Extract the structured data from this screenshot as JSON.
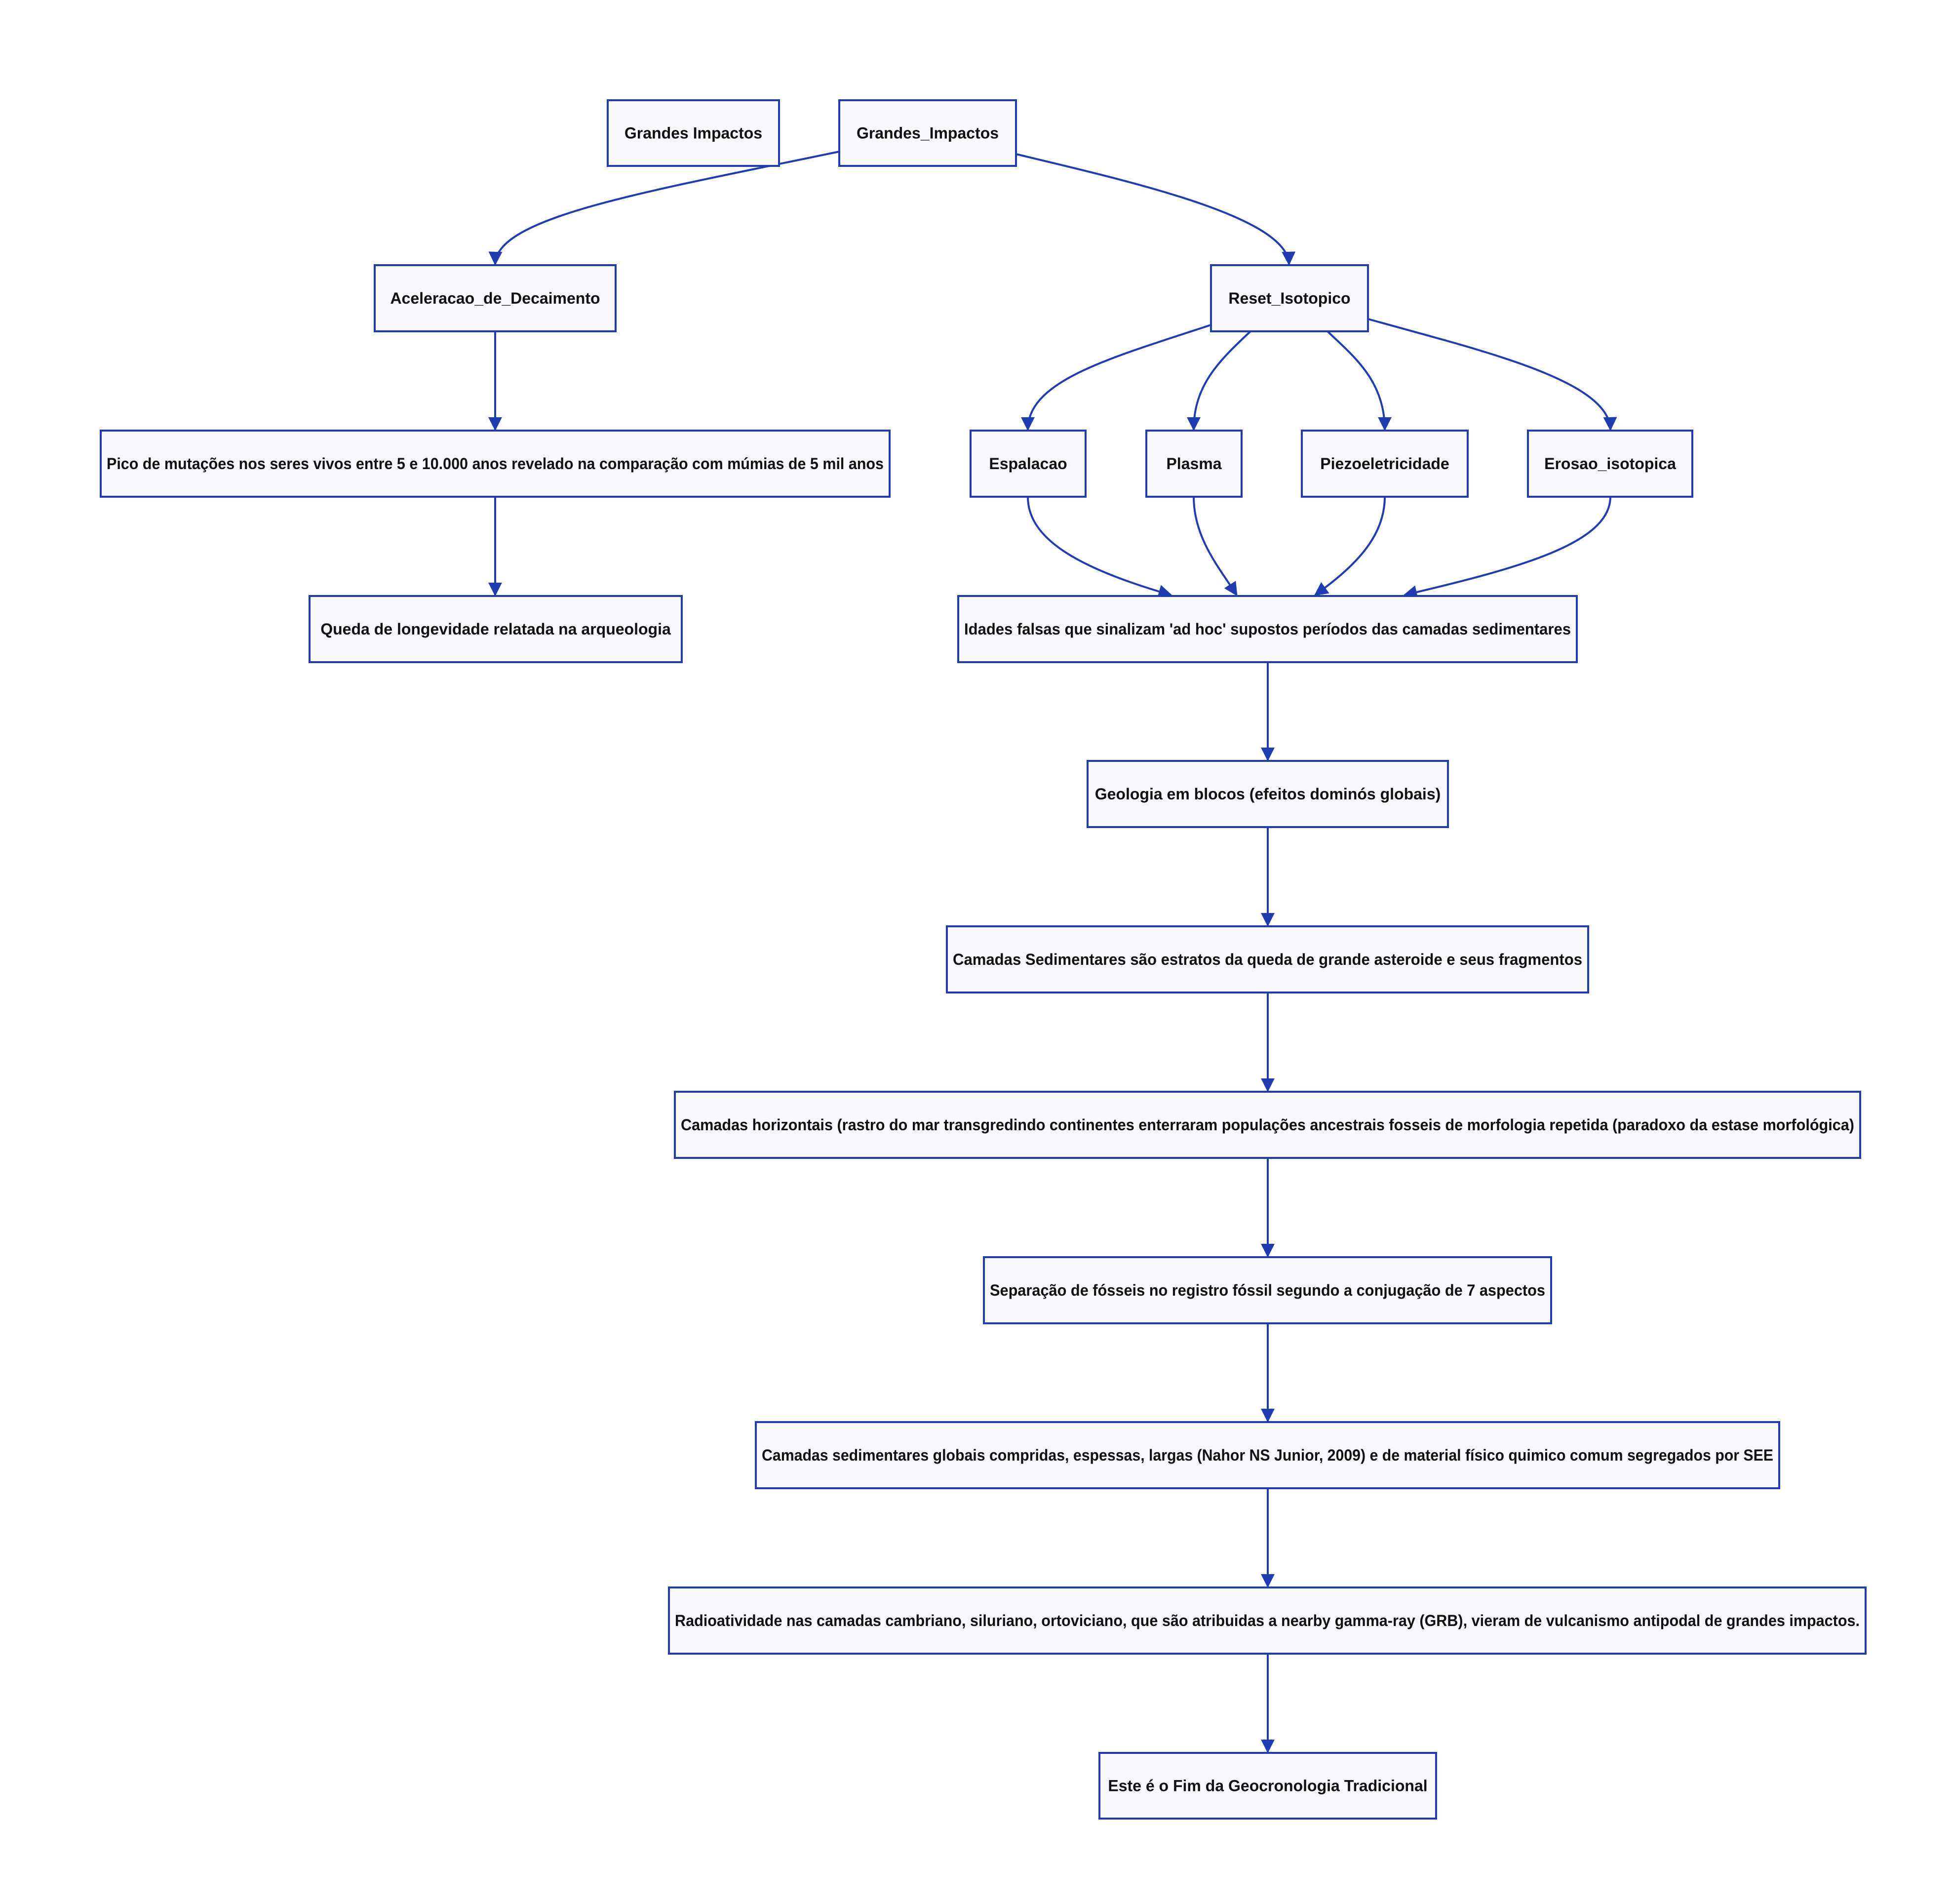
{
  "diagram": {
    "type": "flowchart",
    "colors": {
      "node_fill": "#f8f8fc",
      "stroke": "#1f3db1",
      "text": "#111111"
    },
    "nodes": [
      {
        "id": "grandes-impactos-label",
        "label": "Grandes Impactos"
      },
      {
        "id": "grandes-impactos",
        "label": "Grandes_Impactos"
      },
      {
        "id": "aceleracao",
        "label": "Aceleracao_de_Decaimento"
      },
      {
        "id": "reset",
        "label": "Reset_Isotopico"
      },
      {
        "id": "pico",
        "label": "Pico de mutações nos seres vivos entre 5 e 10.000 anos revelado na comparação com múmias de 5 mil anos"
      },
      {
        "id": "espalacao",
        "label": "Espalacao"
      },
      {
        "id": "plasma",
        "label": "Plasma"
      },
      {
        "id": "piezo",
        "label": "Piezoeletricidade"
      },
      {
        "id": "erosao",
        "label": "Erosao_isotopica"
      },
      {
        "id": "queda",
        "label": "Queda de longevidade relatada na arqueologia"
      },
      {
        "id": "idades",
        "label": "Idades falsas que sinalizam 'ad hoc' supostos períodos das camadas sedimentares"
      },
      {
        "id": "geologia",
        "label": "Geologia em blocos (efeitos dominós globais)"
      },
      {
        "id": "camadas-sed",
        "label": "Camadas Sedimentares são estratos da queda de grande asteroide e seus fragmentos"
      },
      {
        "id": "camadas-hor",
        "label": "Camadas horizontais (rastro do mar transgredindo continentes enterraram populações ancestrais fosseis de morfologia repetida (paradoxo da estase morfológica)"
      },
      {
        "id": "separacao",
        "label": "Separação de fósseis no registro fóssil segundo a conjugação de 7 aspectos"
      },
      {
        "id": "camadas-glob",
        "label": "Camadas sedimentares globais compridas, espessas, largas (Nahor NS Junior, 2009) e de material físico quimico comum segregados por SEE"
      },
      {
        "id": "radio",
        "label": "Radioatividade nas camadas cambriano, siluriano, ortoviciano, que são atribuidas a nearby gamma-ray (GRB), vieram de vulcanismo antipodal de grandes impactos."
      },
      {
        "id": "fim",
        "label": "Este é o Fim da Geocronologia Tradicional"
      }
    ],
    "edges": [
      {
        "from": "grandes-impactos",
        "to": "aceleracao"
      },
      {
        "from": "grandes-impactos",
        "to": "reset"
      },
      {
        "from": "aceleracao",
        "to": "pico"
      },
      {
        "from": "pico",
        "to": "queda"
      },
      {
        "from": "reset",
        "to": "espalacao"
      },
      {
        "from": "reset",
        "to": "plasma"
      },
      {
        "from": "reset",
        "to": "piezo"
      },
      {
        "from": "reset",
        "to": "erosao"
      },
      {
        "from": "espalacao",
        "to": "idades"
      },
      {
        "from": "plasma",
        "to": "idades"
      },
      {
        "from": "piezo",
        "to": "idades"
      },
      {
        "from": "erosao",
        "to": "idades"
      },
      {
        "from": "idades",
        "to": "geologia"
      },
      {
        "from": "geologia",
        "to": "camadas-sed"
      },
      {
        "from": "camadas-sed",
        "to": "camadas-hor"
      },
      {
        "from": "camadas-hor",
        "to": "separacao"
      },
      {
        "from": "separacao",
        "to": "camadas-glob"
      },
      {
        "from": "camadas-glob",
        "to": "radio"
      },
      {
        "from": "radio",
        "to": "fim"
      }
    ]
  }
}
